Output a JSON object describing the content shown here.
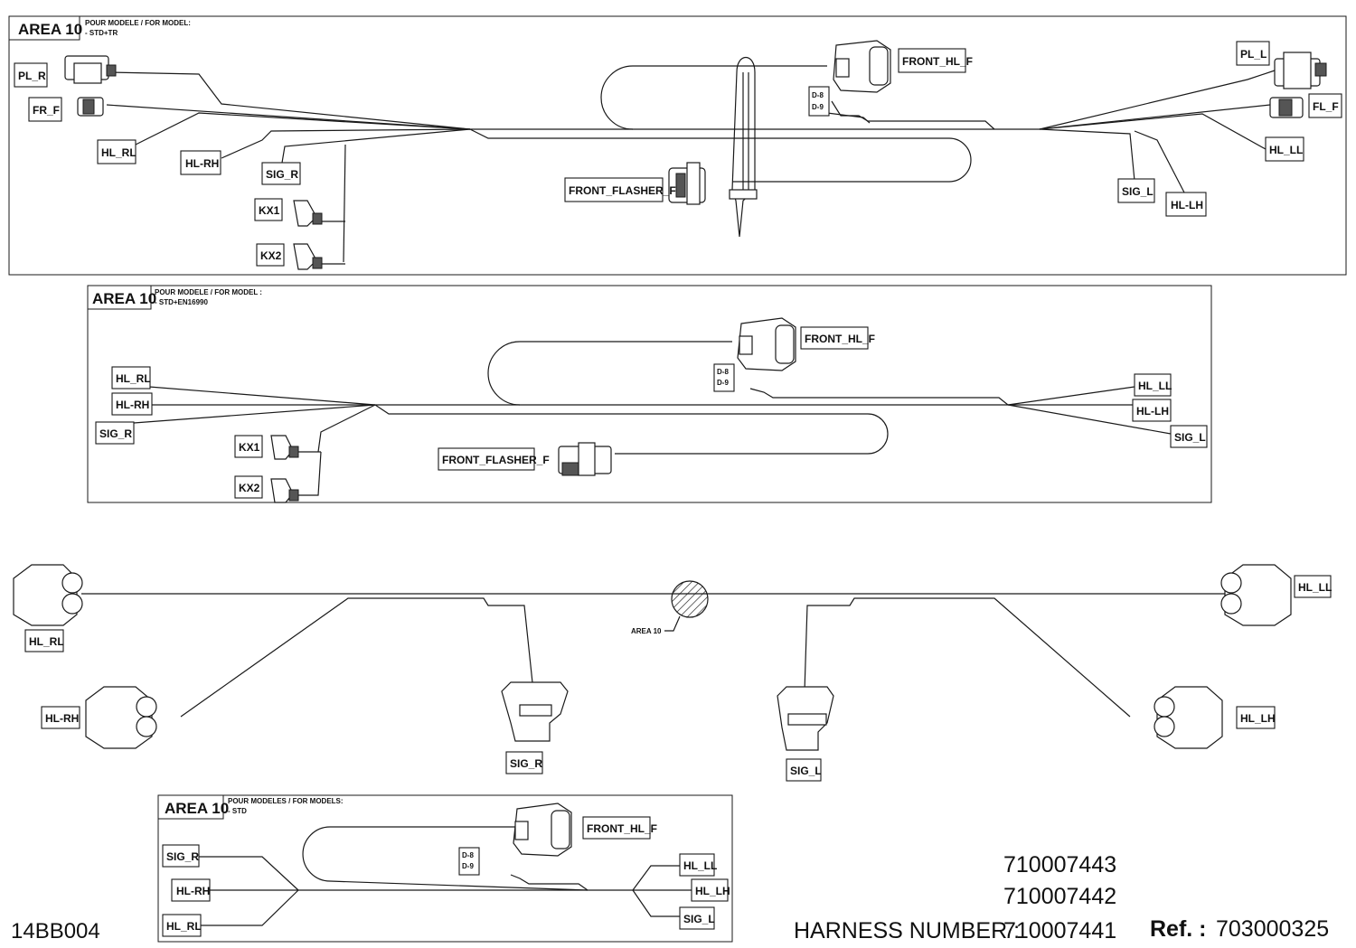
{
  "drawing_id": "14BB004",
  "areas": [
    {
      "title": "AREA 10",
      "note_line1": "POUR MODELE / FOR MODEL:",
      "note_line2": "- STD+TR"
    },
    {
      "title": "AREA 10",
      "note_line1": "POUR MODELE / FOR MODEL :",
      "note_line2": "- STD+EN16990"
    },
    {
      "title": "AREA 10",
      "note_line1": "POUR MODELES / FOR MODELS:",
      "note_line2": "- STD"
    }
  ],
  "labels": {
    "pl_r": "PL_R",
    "fr_f": "FR_F",
    "hl_rl": "HL_RL",
    "hl_rh": "HL-RH",
    "sig_r": "SIG_R",
    "kx1": "KX1",
    "kx2": "KX2",
    "front_hl_f": "FRONT_HL_F",
    "front_flasher_f": "FRONT_FLASHER_F",
    "d8": "D-8",
    "d9": "D-9",
    "pl_l": "PL_L",
    "fl_f": "FL_F",
    "hl_ll": "HL_LL",
    "sig_l": "SIG_L",
    "hl_lh": "HL-LH",
    "hl_lh_std": "HL_LH",
    "area10_callout": "AREA 10"
  },
  "footer": {
    "part_numbers": [
      "710007443",
      "710007442",
      "710007441"
    ],
    "harness_label": "HARNESS NUMBER :",
    "ref_label": "Ref. :",
    "ref_value": "703000325"
  }
}
